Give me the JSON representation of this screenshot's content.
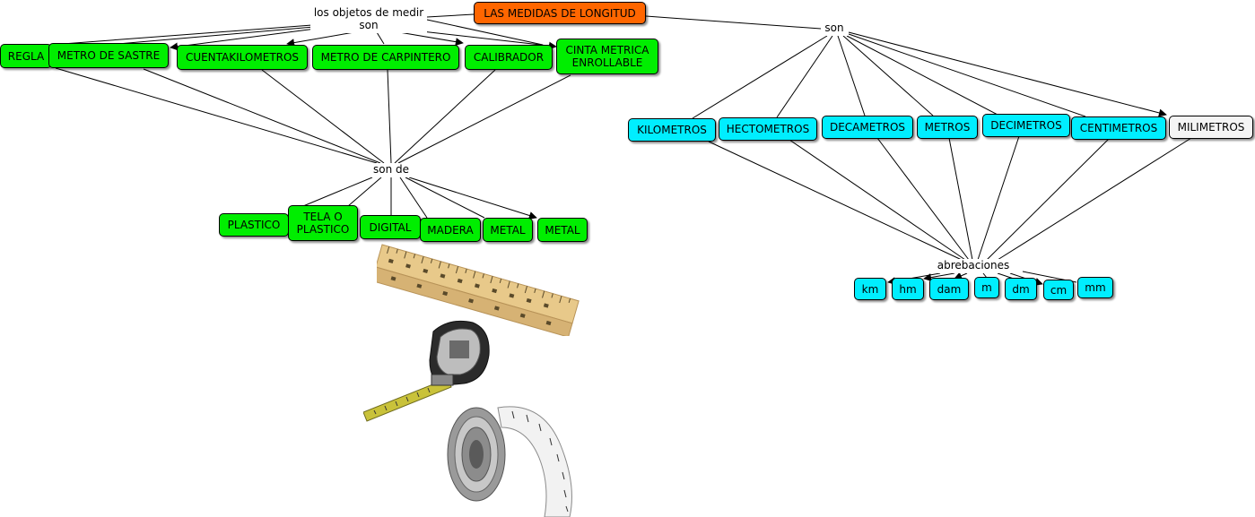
{
  "colors": {
    "concept_green": "#00ee00",
    "concept_cyan": "#00eeff",
    "concept_white": "#f4f4f4",
    "concept_orange": "#ff6600"
  },
  "concepts": {
    "main": "LAS MEDIDAS DE LONGITUD",
    "regla": "REGLA",
    "metro_sastre": "METRO DE SASTRE",
    "cuentakilometros": "CUENTAKILOMETROS",
    "metro_carpintero": "METRO DE CARPINTERO",
    "calibrador": "CALIBRADOR",
    "cinta_metrica_1": "CINTA METRICA",
    "cinta_metrica_2": "ENROLLABLE",
    "plastico": "PLASTICO",
    "tela_plastico_1": "TELA O",
    "tela_plastico_2": "PLASTICO",
    "digital": "DIGITAL",
    "madera": "MADERA",
    "metal_1": "METAL",
    "metal_2": "METAL",
    "kilometros": "KILOMETROS",
    "hectometros": "HECTOMETROS",
    "decametros": "DECAMETROS",
    "metros": "METROS",
    "decimetros": "DECIMETROS",
    "centimetros": "CENTIMETROS",
    "milimetros": "MILIMETROS",
    "km": "km",
    "hm": "hm",
    "dam": "dam",
    "m": "m",
    "dm": "dm",
    "cm": "cm",
    "mm": "mm"
  },
  "phrases": {
    "objetos_1": "los objetos de medir",
    "objetos_2": "son",
    "son_right": "son",
    "son_de": "son de",
    "abrebaciones": "abrebaciones"
  },
  "images": [
    "ruler-image",
    "tape-measure-image",
    "measuring-tape-roll-image"
  ]
}
